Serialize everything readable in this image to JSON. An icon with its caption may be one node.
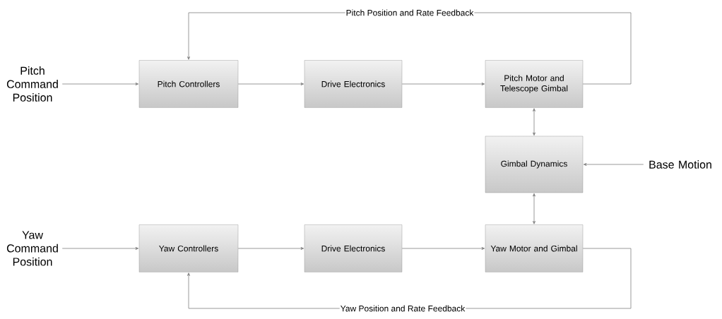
{
  "diagram": {
    "nodes": [
      {
        "text": [
          "Pitch Command Position"
        ]
      },
      {
        "text": [
          "Pitch Controllers"
        ]
      },
      {
        "text": [
          "Drive Electronics"
        ]
      },
      {
        "text": [
          "Pitch Motor and Telescope Gimbal"
        ]
      },
      {
        "text": [
          "Gimbal Dynamics"
        ]
      },
      {
        "text": [
          "Base Motion"
        ]
      },
      {
        "text": [
          "Yaw Command Position"
        ]
      },
      {
        "text": [
          "Yaw Controllers"
        ]
      },
      {
        "text": [
          "Drive Electronics"
        ]
      },
      {
        "text": [
          "Yaw Motor and Gimbal"
        ]
      }
    ],
    "edges": [
      {
        "from": 0,
        "to": 1,
        "arrow": "to"
      },
      {
        "from": 1,
        "to": 2,
        "arrow": "to"
      },
      {
        "from": 2,
        "to": 3,
        "arrow": "to"
      },
      {
        "from": 3,
        "to": 1,
        "arrow": "to",
        "label": "Pitch Position and Rate Feedback"
      },
      {
        "from": 3,
        "to": 4,
        "arrow": "both"
      },
      {
        "from": 5,
        "to": 4,
        "arrow": "to"
      },
      {
        "from": 4,
        "to": 9,
        "arrow": "both"
      },
      {
        "from": 6,
        "to": 7,
        "arrow": "to"
      },
      {
        "from": 7,
        "to": 8,
        "arrow": "to"
      },
      {
        "from": 8,
        "to": 9,
        "arrow": "to"
      },
      {
        "from": 9,
        "to": 7,
        "arrow": "to",
        "label": "Yaw Position and Rate Feedback"
      }
    ]
  }
}
